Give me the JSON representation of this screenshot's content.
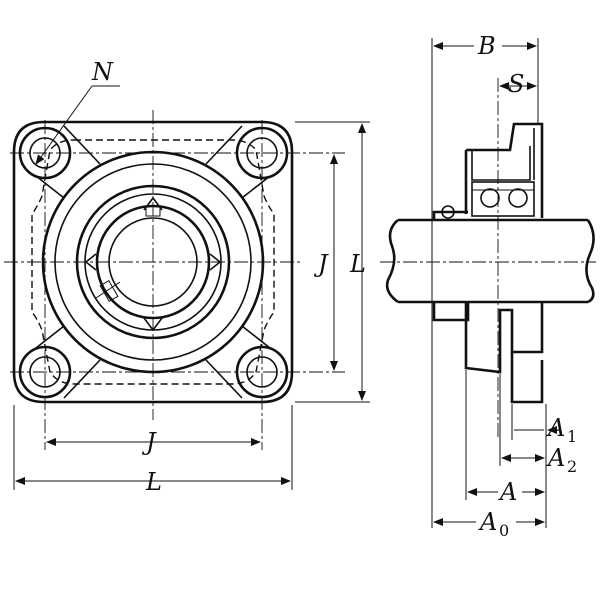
{
  "diagram": {
    "front_view": {
      "labels": {
        "n": "N",
        "j_horizontal": "J",
        "l_horizontal": "L",
        "j_vertical": "J",
        "l_vertical": "L"
      }
    },
    "side_view": {
      "labels": {
        "b": "B",
        "s": "S",
        "a1": "A",
        "a1_sub": "1",
        "a2": "A",
        "a2_sub": "2",
        "a": "A",
        "a0": "A",
        "a0_sub": "0"
      }
    }
  }
}
